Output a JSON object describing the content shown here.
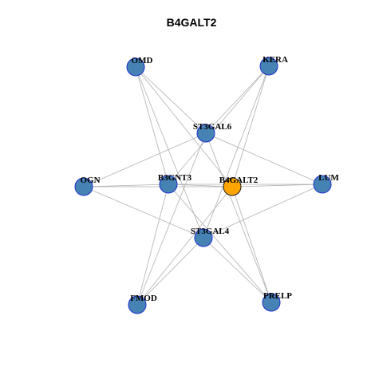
{
  "title": "B4GALT2",
  "colors": {
    "node_fill": "#4682b4",
    "node_stroke": "#1f2fd0",
    "center_fill": "#ffa500",
    "center_stroke": "#1a1a1a",
    "edge": "#b0b0b0",
    "background": "#ffffff"
  },
  "nodes": [
    {
      "id": "OMD",
      "label": "OMD"
    },
    {
      "id": "KERA",
      "label": "KERA"
    },
    {
      "id": "ST3GAL6",
      "label": "ST3GAL6"
    },
    {
      "id": "OGN",
      "label": "OGN"
    },
    {
      "id": "B3GNT3",
      "label": "B3GNT3"
    },
    {
      "id": "B4GALT2",
      "label": "B4GALT2",
      "highlight": true
    },
    {
      "id": "LUM",
      "label": "LUM"
    },
    {
      "id": "ST3GAL4",
      "label": "ST3GAL4"
    },
    {
      "id": "FMOD",
      "label": "FMOD"
    },
    {
      "id": "PRELP",
      "label": "PRELP"
    }
  ],
  "edges": [
    [
      "OMD",
      "B3GNT3"
    ],
    [
      "OMD",
      "B4GALT2"
    ],
    [
      "OMD",
      "ST3GAL4"
    ],
    [
      "OMD",
      "ST3GAL6"
    ],
    [
      "KERA",
      "B3GNT3"
    ],
    [
      "KERA",
      "B4GALT2"
    ],
    [
      "KERA",
      "ST3GAL4"
    ],
    [
      "KERA",
      "ST3GAL6"
    ],
    [
      "OGN",
      "B3GNT3"
    ],
    [
      "OGN",
      "B4GALT2"
    ],
    [
      "OGN",
      "ST3GAL4"
    ],
    [
      "OGN",
      "ST3GAL6"
    ],
    [
      "LUM",
      "B3GNT3"
    ],
    [
      "LUM",
      "B4GALT2"
    ],
    [
      "LUM",
      "ST3GAL4"
    ],
    [
      "LUM",
      "ST3GAL6"
    ],
    [
      "FMOD",
      "B3GNT3"
    ],
    [
      "FMOD",
      "B4GALT2"
    ],
    [
      "FMOD",
      "ST3GAL4"
    ],
    [
      "FMOD",
      "ST3GAL6"
    ],
    [
      "PRELP",
      "B3GNT3"
    ],
    [
      "PRELP",
      "B4GALT2"
    ],
    [
      "PRELP",
      "ST3GAL4"
    ],
    [
      "PRELP",
      "ST3GAL6"
    ],
    [
      "B3GNT3",
      "B4GALT2"
    ]
  ]
}
